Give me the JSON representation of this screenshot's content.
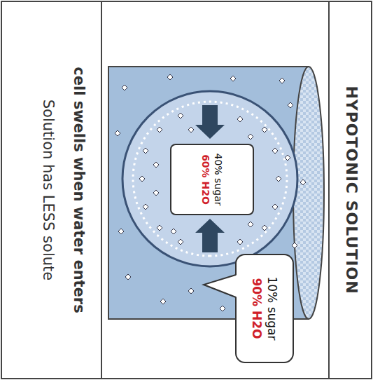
{
  "diagram": {
    "title": "HYPOTONIC SOLUTION",
    "nodes": [
      {
        "text": [
          "40% sugar",
          "60% H2O"
        ]
      },
      {
        "text": [
          "10% sugar",
          "90% H2O"
        ]
      }
    ],
    "labels": [
      "cell swells when water enters",
      "Solution has LESS solute"
    ]
  }
}
